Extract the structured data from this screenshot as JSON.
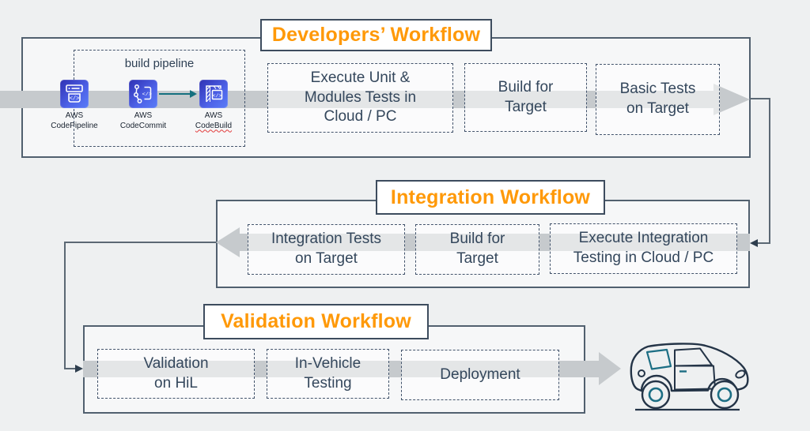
{
  "colors": {
    "accent_orange": "#ff9908",
    "band_gray": "#c6cacd",
    "border_navy": "#3d4c5e",
    "aws_icon_blue_start": "#2f31b4",
    "aws_icon_blue_end": "#5a7cf7",
    "teal_accent": "#15707f",
    "car_outline": "#243447"
  },
  "developers": {
    "title": "Developers’ Workflow",
    "pipeline_label": "build pipeline",
    "icons": [
      {
        "label_top": "AWS",
        "label_bottom": "CodePipeline"
      },
      {
        "label_top": "AWS",
        "label_bottom": "CodeCommit"
      },
      {
        "label_top": "AWS",
        "label_bottom": "CodeBuild"
      }
    ],
    "steps": [
      "Execute Unit &\nModules Tests in\nCloud / PC",
      "Build for\nTarget",
      "Basic Tests\non Target"
    ]
  },
  "integration": {
    "title": "Integration Workflow",
    "steps": [
      "Integration Tests\non Target",
      "Build for\nTarget",
      "Execute Integration\nTesting in Cloud / PC"
    ]
  },
  "validation": {
    "title": "Validation Workflow",
    "steps": [
      "Validation\non HiL",
      "In-Vehicle\nTesting",
      "Deployment"
    ]
  }
}
